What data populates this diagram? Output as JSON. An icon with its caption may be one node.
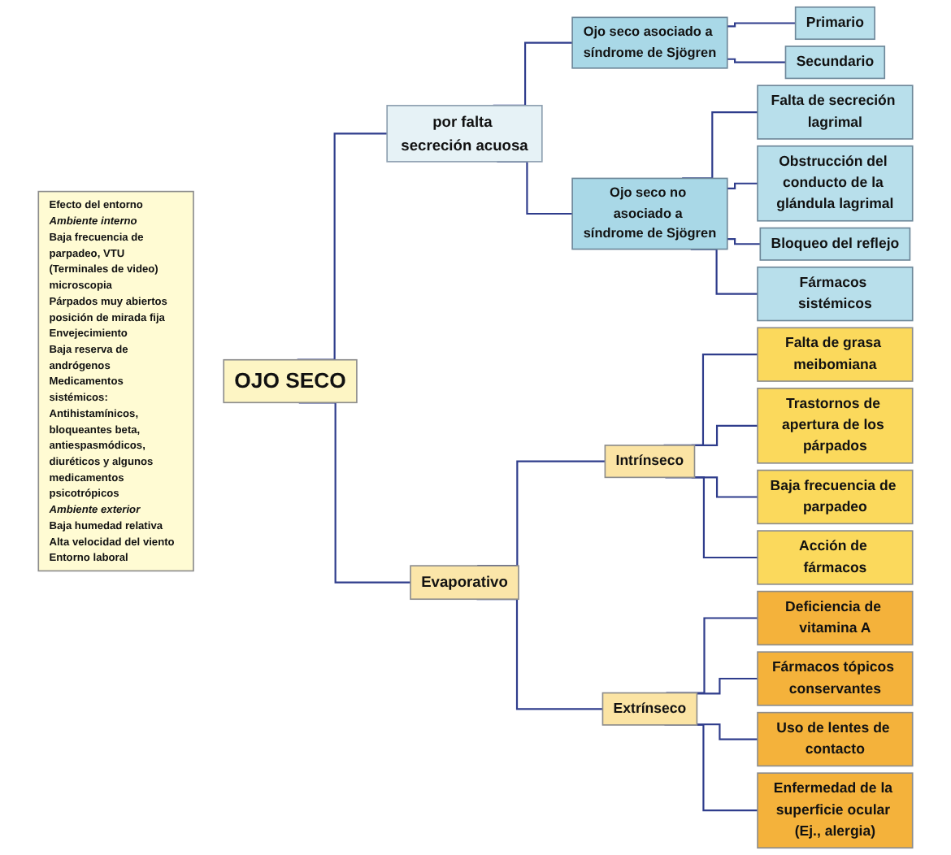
{
  "diagram": {
    "nodes": [
      {
        "text": [
          "OJO SECO"
        ]
      },
      {
        "text": [
          "por falta secreción acuosa"
        ]
      },
      {
        "text": [
          "Evaporativo"
        ]
      },
      {
        "text": [
          "Ojo seco asociado a síndrome de Sjögren"
        ]
      },
      {
        "text": [
          "Ojo seco no asociado a síndrome de Sjögren"
        ]
      },
      {
        "text": [
          "Primario"
        ]
      },
      {
        "text": [
          "Secundario"
        ]
      },
      {
        "text": [
          "Falta de secreción lagrimal"
        ]
      },
      {
        "text": [
          "Obstrucción del conducto de la glándula lagrimal"
        ]
      },
      {
        "text": [
          "Bloqueo del reflejo"
        ]
      },
      {
        "text": [
          "Fármacos sistémicos"
        ]
      },
      {
        "text": [
          "Intrínseco"
        ]
      },
      {
        "text": [
          "Extrínseco"
        ]
      },
      {
        "text": [
          "Falta de grasa meibomiana"
        ]
      },
      {
        "text": [
          "Trastornos de apertura de los párpados"
        ]
      },
      {
        "text": [
          "Baja frecuencia de parpadeo"
        ]
      },
      {
        "text": [
          "Acción de fármacos"
        ]
      },
      {
        "text": [
          "Deficiencia de vitamina A"
        ]
      },
      {
        "text": [
          "Fármacos tópicos conservantes"
        ]
      },
      {
        "text": [
          "Uso de lentes de contacto"
        ]
      },
      {
        "text": [
          "Enfermedad de la superficie ocular (Ej., alergia)"
        ]
      },
      {
        "text": [
          "Efecto del entorno",
          "Ambiente interno",
          "Baja frecuencia de parpadeo, VTU (Terminales de video) microscopia",
          "Párpados muy abiertos posición de mirada fija",
          "Envejecimiento",
          "Baja reserva de andrógenos",
          "Medicamentos sistémicos: Antihistamínicos, bloqueantes beta, antiespasmódicos, diuréticos y algunos medicamentos psicotrópicos",
          "Ambiente exterior",
          "Baja humedad relativa",
          "Alta velocidad del viento",
          "Entorno laboral"
        ]
      }
    ],
    "edges": [
      {
        "from": 0,
        "to": 1,
        "arrow": "none"
      },
      {
        "from": 0,
        "to": 2,
        "arrow": "none"
      },
      {
        "from": 1,
        "to": 3,
        "arrow": "none"
      },
      {
        "from": 1,
        "to": 4,
        "arrow": "none"
      },
      {
        "from": 3,
        "to": 5,
        "arrow": "none"
      },
      {
        "from": 3,
        "to": 6,
        "arrow": "none"
      },
      {
        "from": 4,
        "to": 7,
        "arrow": "none"
      },
      {
        "from": 4,
        "to": 8,
        "arrow": "none"
      },
      {
        "from": 4,
        "to": 9,
        "arrow": "none"
      },
      {
        "from": 4,
        "to": 10,
        "arrow": "none"
      },
      {
        "from": 2,
        "to": 11,
        "arrow": "none"
      },
      {
        "from": 2,
        "to": 12,
        "arrow": "none"
      },
      {
        "from": 11,
        "to": 13,
        "arrow": "none"
      },
      {
        "from": 11,
        "to": 14,
        "arrow": "none"
      },
      {
        "from": 11,
        "to": 15,
        "arrow": "none"
      },
      {
        "from": 11,
        "to": 16,
        "arrow": "none"
      },
      {
        "from": 12,
        "to": 17,
        "arrow": "none"
      },
      {
        "from": 12,
        "to": 18,
        "arrow": "none"
      },
      {
        "from": 12,
        "to": 19,
        "arrow": "none"
      },
      {
        "from": 12,
        "to": 20,
        "arrow": "none"
      }
    ]
  }
}
